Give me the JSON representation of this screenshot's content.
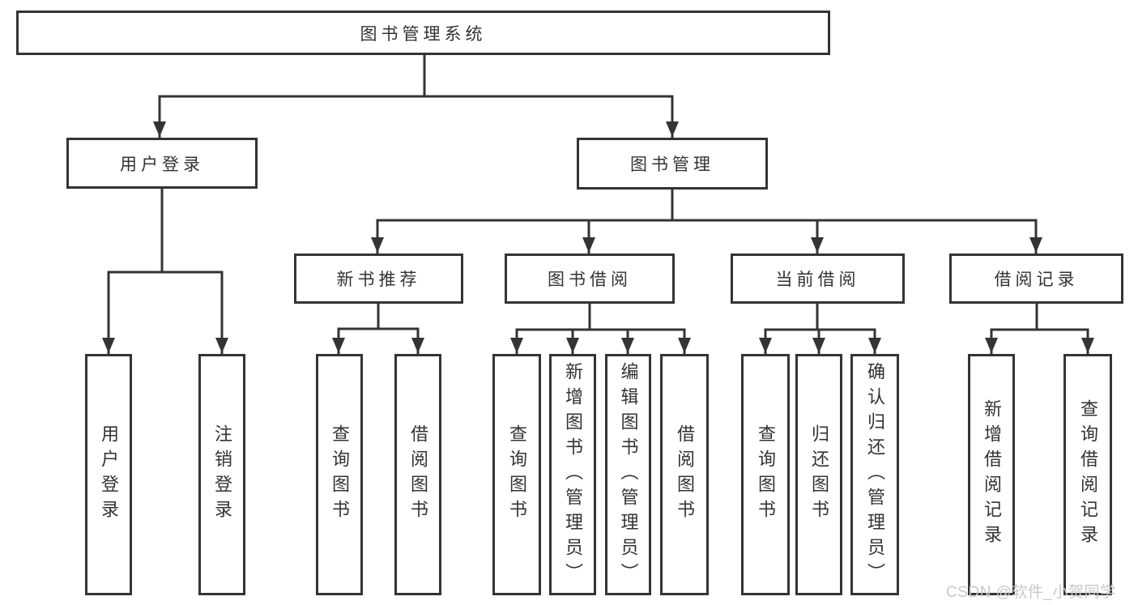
{
  "diagram": {
    "title": "图书管理系统",
    "type": "hierarchy-tree",
    "colors": {
      "line": "#343434",
      "border": "#343434",
      "text": "#333333",
      "background": "#ffffff",
      "watermark": "#c8c8c8"
    },
    "tree": {
      "root": {
        "label": "图书管理系统"
      },
      "branches": [
        {
          "label": "用户登录",
          "children": [
            {
              "label": "用户登录"
            },
            {
              "label": "注销登录"
            }
          ]
        },
        {
          "label": "图书管理",
          "children": [
            {
              "label": "新书推荐",
              "children": [
                {
                  "label": "查询图书"
                },
                {
                  "label": "借阅图书"
                }
              ]
            },
            {
              "label": "图书借阅",
              "children": [
                {
                  "label": "查询图书"
                },
                {
                  "label": "新增图书（管理员）"
                },
                {
                  "label": "编辑图书（管理员）"
                },
                {
                  "label": "借阅图书"
                }
              ]
            },
            {
              "label": "当前借阅",
              "children": [
                {
                  "label": "查询图书"
                },
                {
                  "label": "归还图书"
                },
                {
                  "label": "确认归还（管理员）"
                }
              ]
            },
            {
              "label": "借阅记录",
              "children": [
                {
                  "label": "新增借阅记录"
                },
                {
                  "label": "查询借阅记录"
                }
              ]
            }
          ]
        }
      ]
    },
    "watermark": {
      "text": "CSDN @软件_小贺同学"
    }
  }
}
